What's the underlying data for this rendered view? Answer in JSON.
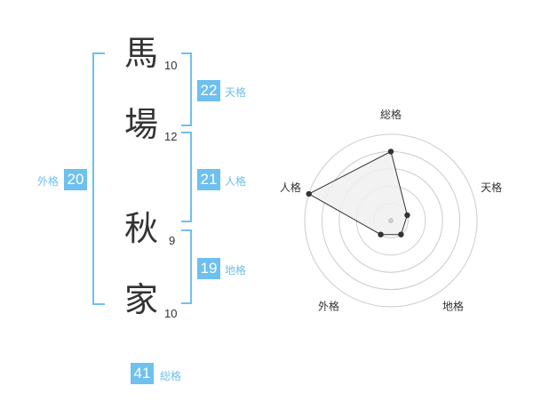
{
  "name": [
    {
      "char": "馬",
      "strokes": "10"
    },
    {
      "char": "場",
      "strokes": "12"
    },
    {
      "char": "秋",
      "strokes": "9"
    },
    {
      "char": "家",
      "strokes": "10"
    }
  ],
  "kaku": {
    "tenkaku": {
      "value": "22",
      "label": "天格"
    },
    "jinkaku": {
      "value": "21",
      "label": "人格"
    },
    "chikaku": {
      "value": "19",
      "label": "地格"
    },
    "gaikaku": {
      "value": "20",
      "label": "外格"
    },
    "soukaku": {
      "value": "41",
      "label": "総格"
    }
  },
  "chart_data": {
    "type": "radar",
    "axes": [
      "総格",
      "天格",
      "地格",
      "外格",
      "人格"
    ],
    "values": [
      4,
      1,
      1,
      1,
      5
    ],
    "max": 5,
    "grid_rings": 5,
    "colors": {
      "fill": "#f0f0f0",
      "line": "#333333",
      "grid": "#cccccc",
      "center": "#cccccc"
    }
  },
  "colors": {
    "accent": "#6ec0ee"
  }
}
